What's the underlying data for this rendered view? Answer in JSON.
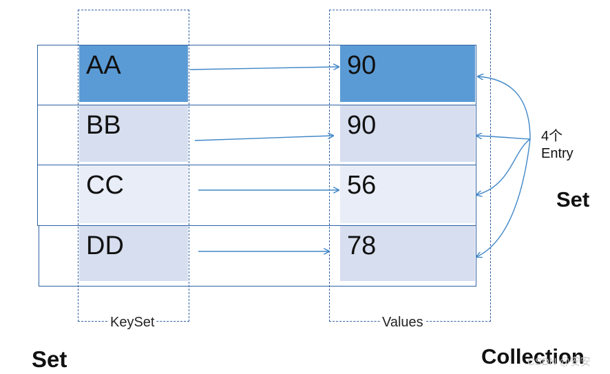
{
  "entries": [
    {
      "key": "AA",
      "value": "90"
    },
    {
      "key": "BB",
      "value": "90"
    },
    {
      "key": "CC",
      "value": "56"
    },
    {
      "key": "DD",
      "value": "78"
    }
  ],
  "labels": {
    "keyset": "KeySet",
    "values": "Values",
    "entry_line1": "4个",
    "entry_line2": "Entry",
    "set_right": "Set",
    "set_bottom_left": "Set",
    "collection_bottom_right": "Collection",
    "watermark": "CSDN @安安"
  },
  "colors": {
    "outline": "#2e5fa3",
    "arrow": "#3f86c7",
    "highlight_fill": "#5b9bd5",
    "fill_light": "#d6deef",
    "fill_lighter": "#e9edf7"
  }
}
